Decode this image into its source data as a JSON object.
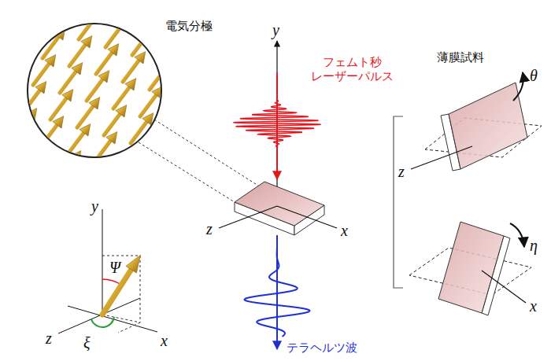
{
  "diagram": {
    "nodes": [
      {
        "text": [
          "電気分極"
        ]
      }
    ],
    "labels": [
      "y",
      "フェムト秒 レーザーパルス",
      "薄膜試料",
      "θ",
      "z",
      "z",
      "x",
      "η",
      "x",
      "y",
      "Ψ",
      "z",
      "ξ",
      "x",
      "テラヘルツ波"
    ]
  }
}
